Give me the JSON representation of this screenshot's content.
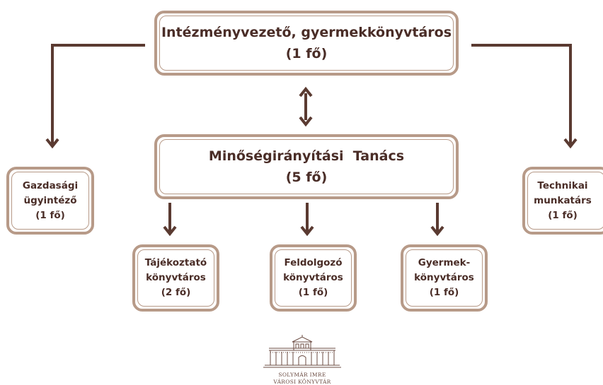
{
  "diagram": {
    "top": {
      "line1": "Intézményvezető, gyermekkönyvtáros",
      "line2": "(1 fő)"
    },
    "council": {
      "line1": "Minőségirányítási  Tanács",
      "line2": "(5 fő)"
    },
    "left": {
      "line1": "Gazdasági",
      "line2": "ügyintéző",
      "line3": "(1 fő)"
    },
    "right": {
      "line1": "Technikai",
      "line2": "munkatárs",
      "line3": "(1 fő)"
    },
    "child1": {
      "line1": "Tájékoztató",
      "line2": "könyvtáros",
      "line3": "(2 fő)"
    },
    "child2": {
      "line1": "Feldolgozó",
      "line2": "könyvtáros",
      "line3": "(1 fő)"
    },
    "child3": {
      "line1": "Gyermek-",
      "line2": "könyvtáros",
      "line3": "(1 fő)"
    }
  },
  "logo": {
    "line1": "SOLYMÁR IMRE",
    "line2": "VÁROSI KÖNYVTÁR"
  },
  "colors": {
    "border": "#b79a88",
    "text": "#4a2d27",
    "connector": "#5a3a31"
  }
}
